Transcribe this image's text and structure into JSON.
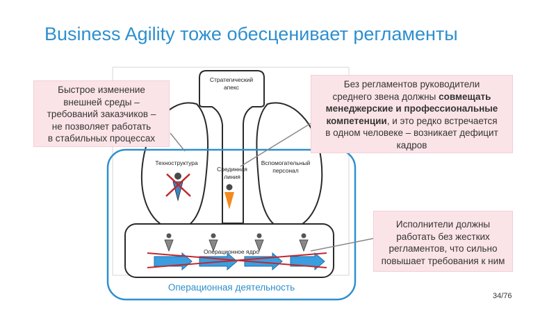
{
  "slide": {
    "title": "Business Agility тоже обесценивает регламенты",
    "page_number": "34/76"
  },
  "diagram": {
    "apex_label": [
      "Стратегический",
      "апекс"
    ],
    "technostructure_label": "Техноструктура",
    "middle_line_label": [
      "Срединная",
      "линия"
    ],
    "support_staff_label": [
      "Вспомогательный",
      "персонал"
    ],
    "operating_core_label": "Операционное ядро",
    "operations_frame_label": "Операционная деятельность",
    "accent_color": "#2e8fce",
    "strike_color": "#c0282d",
    "middle_person_color": "#f28a1f"
  },
  "callouts": {
    "left": {
      "lines": [
        "Быстрое изменение",
        "внешней среды –",
        "требований заказчиков –",
        "не позволяет работать",
        "в стабильных процессах"
      ]
    },
    "right": {
      "lines": [
        "Без регламентов руководители",
        "среднего звена должны "
      ],
      "bold_1": "совмещать",
      "bold_2": "менеджерские и профессиональные",
      "bold_3": "компетенции",
      "rest_1": ", и это редко встречается",
      "line_4": "в одном человеке – возникает дефицит",
      "line_5": "кадров"
    },
    "bottom": {
      "lines": [
        "Исполнители должны",
        "работать без жестких",
        "регламентов, что сильно",
        "повышает требования к ним"
      ]
    }
  }
}
